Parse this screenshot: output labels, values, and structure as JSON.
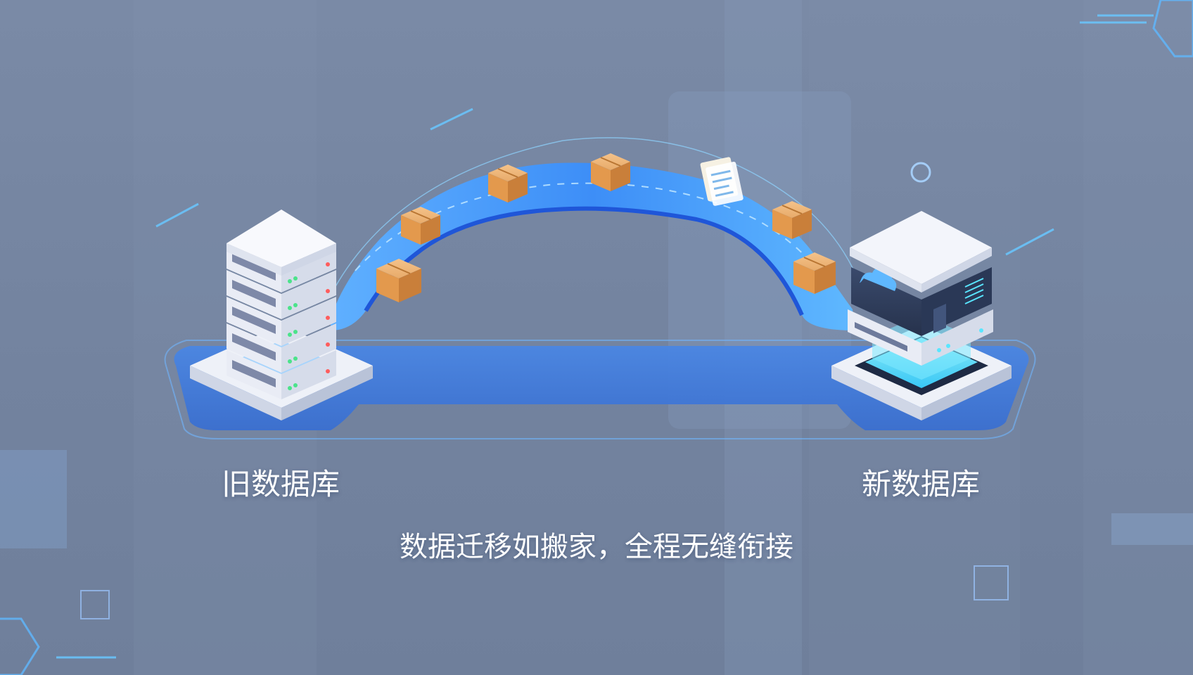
{
  "diagram": {
    "source_label": "旧数据库",
    "target_label": "新数据库",
    "caption": "数据迁移如搬家，全程无缝衔接",
    "moving_items": [
      "box",
      "box",
      "box",
      "box",
      "document",
      "box",
      "box"
    ],
    "icons": {
      "source": "server-stack-icon",
      "target": "cloud-server-icon",
      "package": "package-box-icon",
      "document": "document-icon"
    },
    "colors": {
      "background": "#7585a1",
      "arch_blue": "#2f7df0",
      "arch_light": "#5fb4ff",
      "base_blue": "#3a78d8",
      "glow_cyan": "#59e6ff",
      "box_orange": "#e9a35a",
      "server_white": "#f3f5fb"
    }
  }
}
